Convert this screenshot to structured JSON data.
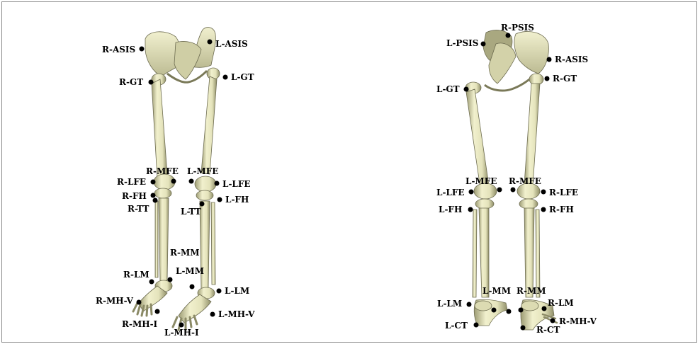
{
  "colors": {
    "bone": "#ecebc3",
    "bone_shade": "#b8b78f",
    "bone_dark": "#7f7e5e",
    "marker": "#000000"
  },
  "anterior": {
    "labels": {
      "r_asis": "R-ASIS",
      "l_asis": "L-ASIS",
      "r_gt": "R-GT",
      "l_gt": "L-GT",
      "r_mfe": "R-MFE",
      "l_mfe": "L-MFE",
      "r_lfe": "R-LFE",
      "l_lfe": "L-LFE",
      "r_fh": "R-FH",
      "r_tt": "R-TT",
      "l_tt": "L-TT",
      "l_fh": "L-FH",
      "r_mm": "R-MM",
      "l_mm": "L-MM",
      "r_lm": "R-LM",
      "l_lm": "L-LM",
      "r_mhv": "R-MH-V",
      "r_mhi": "R-MH-I",
      "l_mhi": "L-MH-I",
      "l_mhv": "L-MH-V"
    }
  },
  "posterior": {
    "labels": {
      "r_psis": "R-PSIS",
      "l_psis": "L-PSIS",
      "r_asis": "R-ASIS",
      "l_gt": "L-GT",
      "r_gt": "R-GT",
      "l_mfe": "L-MFE",
      "r_mfe": "R-MFE",
      "l_lfe": "L-LFE",
      "r_lfe": "R-LFE",
      "l_fh": "L-FH",
      "r_fh": "R-FH",
      "l_mm": "L-MM",
      "r_mm": "R-MM",
      "l_lm": "L-LM",
      "r_lm": "R-LM",
      "r_mhv": "R-MH-V",
      "l_ct": "L-CT",
      "r_ct": "R-CT"
    }
  }
}
